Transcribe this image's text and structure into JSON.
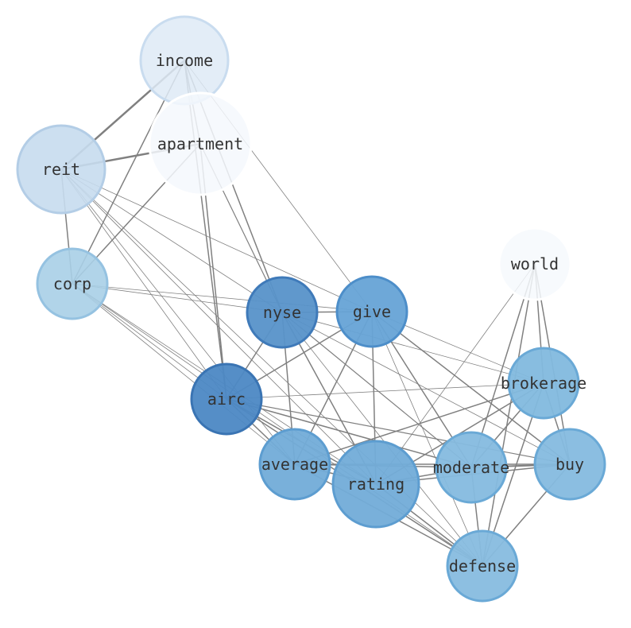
{
  "nodes": [
    {
      "id": "income",
      "label": "income",
      "color": "#deeaf6"
    },
    {
      "id": "apartment",
      "label": "apartment",
      "color": "#f4f8fd"
    },
    {
      "id": "reit",
      "label": "reit",
      "color": "#c7dbee"
    },
    {
      "id": "corp",
      "label": "corp",
      "color": "#a9cfe7"
    },
    {
      "id": "nyse",
      "label": "nyse",
      "color": "#5792c9"
    },
    {
      "id": "give",
      "label": "give",
      "color": "#66a3d6"
    },
    {
      "id": "world",
      "label": "world",
      "color": "#f6f9fd"
    },
    {
      "id": "brokerage",
      "label": "brokerage",
      "color": "#82b9de"
    },
    {
      "id": "airc",
      "label": "airc",
      "color": "#4c88c4"
    },
    {
      "id": "average",
      "label": "average",
      "color": "#72acd8"
    },
    {
      "id": "rating",
      "label": "rating",
      "color": "#72acd8"
    },
    {
      "id": "moderate",
      "label": "moderate",
      "color": "#85bbdf"
    },
    {
      "id": "buy",
      "label": "buy",
      "color": "#85bbdf"
    },
    {
      "id": "defense",
      "label": "defense",
      "color": "#87bcdf"
    }
  ],
  "edges": [
    [
      "income",
      "reit",
      2.5
    ],
    [
      "income",
      "corp",
      1.5
    ],
    [
      "income",
      "airc",
      1.5
    ],
    [
      "income",
      "nyse",
      1.5
    ],
    [
      "income",
      "give",
      0.8
    ],
    [
      "income",
      "apartment",
      1.5
    ],
    [
      "apartment",
      "reit",
      2.5
    ],
    [
      "apartment",
      "corp",
      1.5
    ],
    [
      "apartment",
      "airc",
      1.5
    ],
    [
      "apartment",
      "nyse",
      1.2
    ],
    [
      "reit",
      "corp",
      1.5
    ],
    [
      "reit",
      "nyse",
      0.8
    ],
    [
      "reit",
      "give",
      0.8
    ],
    [
      "reit",
      "airc",
      0.8
    ],
    [
      "reit",
      "average",
      0.8
    ],
    [
      "reit",
      "rating",
      0.8
    ],
    [
      "reit",
      "defense",
      0.8
    ],
    [
      "corp",
      "nyse",
      0.8
    ],
    [
      "corp",
      "give",
      0.8
    ],
    [
      "corp",
      "airc",
      0.8
    ],
    [
      "corp",
      "average",
      0.8
    ],
    [
      "corp",
      "rating",
      0.8
    ],
    [
      "corp",
      "defense",
      0.8
    ],
    [
      "nyse",
      "give",
      1.5
    ],
    [
      "nyse",
      "airc",
      1.5
    ],
    [
      "nyse",
      "average",
      1.5
    ],
    [
      "nyse",
      "rating",
      1.5
    ],
    [
      "nyse",
      "brokerage",
      0.8
    ],
    [
      "nyse",
      "moderate",
      1.2
    ],
    [
      "nyse",
      "buy",
      0.8
    ],
    [
      "nyse",
      "defense",
      0.8
    ],
    [
      "give",
      "airc",
      1.5
    ],
    [
      "give",
      "average",
      1.5
    ],
    [
      "give",
      "rating",
      1.5
    ],
    [
      "give",
      "brokerage",
      0.8
    ],
    [
      "give",
      "moderate",
      1.5
    ],
    [
      "give",
      "buy",
      1.5
    ],
    [
      "give",
      "defense",
      0.8
    ],
    [
      "world",
      "brokerage",
      1.5
    ],
    [
      "world",
      "buy",
      1.5
    ],
    [
      "world",
      "moderate",
      1.5
    ],
    [
      "world",
      "defense",
      1.5
    ],
    [
      "world",
      "rating",
      0.8
    ],
    [
      "brokerage",
      "airc",
      0.8
    ],
    [
      "brokerage",
      "average",
      1.5
    ],
    [
      "brokerage",
      "rating",
      1.5
    ],
    [
      "brokerage",
      "moderate",
      1.5
    ],
    [
      "brokerage",
      "buy",
      1.5
    ],
    [
      "brokerage",
      "defense",
      1.5
    ],
    [
      "airc",
      "average",
      1.5
    ],
    [
      "airc",
      "rating",
      1.5
    ],
    [
      "airc",
      "moderate",
      1.5
    ],
    [
      "airc",
      "buy",
      1.2
    ],
    [
      "airc",
      "defense",
      1.5
    ],
    [
      "average",
      "rating",
      1.5
    ],
    [
      "average",
      "moderate",
      1.5
    ],
    [
      "average",
      "buy",
      1.5
    ],
    [
      "average",
      "defense",
      1.5
    ],
    [
      "rating",
      "moderate",
      1.5
    ],
    [
      "rating",
      "buy",
      1.5
    ],
    [
      "rating",
      "defense",
      1.5
    ],
    [
      "moderate",
      "buy",
      2.0
    ],
    [
      "moderate",
      "defense",
      1.5
    ],
    [
      "buy",
      "defense",
      1.5
    ]
  ]
}
